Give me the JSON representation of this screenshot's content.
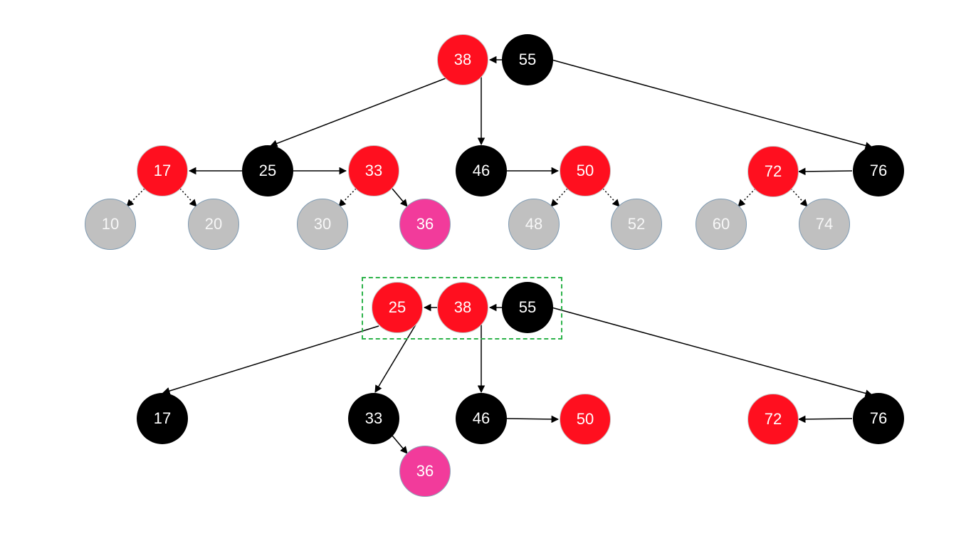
{
  "colors": {
    "red": "#ff0f1f",
    "black": "#000000",
    "gray": "#c0c0c0",
    "pink": "#f23b9b",
    "group_border": "#2db34a"
  },
  "top_tree": {
    "nodes": [
      {
        "id": "t38",
        "label": "38",
        "color": "red"
      },
      {
        "id": "t55",
        "label": "55",
        "color": "black"
      },
      {
        "id": "t17",
        "label": "17",
        "color": "red"
      },
      {
        "id": "t25",
        "label": "25",
        "color": "black"
      },
      {
        "id": "t33",
        "label": "33",
        "color": "red"
      },
      {
        "id": "t46",
        "label": "46",
        "color": "black"
      },
      {
        "id": "t50",
        "label": "50",
        "color": "red"
      },
      {
        "id": "t72",
        "label": "72",
        "color": "red"
      },
      {
        "id": "t76",
        "label": "76",
        "color": "black"
      },
      {
        "id": "t10",
        "label": "10",
        "color": "gray"
      },
      {
        "id": "t20",
        "label": "20",
        "color": "gray"
      },
      {
        "id": "t30",
        "label": "30",
        "color": "gray"
      },
      {
        "id": "t36",
        "label": "36",
        "color": "pink"
      },
      {
        "id": "t48",
        "label": "48",
        "color": "gray"
      },
      {
        "id": "t52",
        "label": "52",
        "color": "gray"
      },
      {
        "id": "t60",
        "label": "60",
        "color": "gray"
      },
      {
        "id": "t74",
        "label": "74",
        "color": "gray"
      }
    ]
  },
  "bottom_tree": {
    "nodes": [
      {
        "id": "b25",
        "label": "25",
        "color": "red"
      },
      {
        "id": "b38",
        "label": "38",
        "color": "red"
      },
      {
        "id": "b55",
        "label": "55",
        "color": "black"
      },
      {
        "id": "b17",
        "label": "17",
        "color": "black"
      },
      {
        "id": "b33",
        "label": "33",
        "color": "black"
      },
      {
        "id": "b46",
        "label": "46",
        "color": "black"
      },
      {
        "id": "b50",
        "label": "50",
        "color": "red"
      },
      {
        "id": "b72",
        "label": "72",
        "color": "red"
      },
      {
        "id": "b76",
        "label": "76",
        "color": "black"
      },
      {
        "id": "b36",
        "label": "36",
        "color": "pink"
      }
    ]
  }
}
